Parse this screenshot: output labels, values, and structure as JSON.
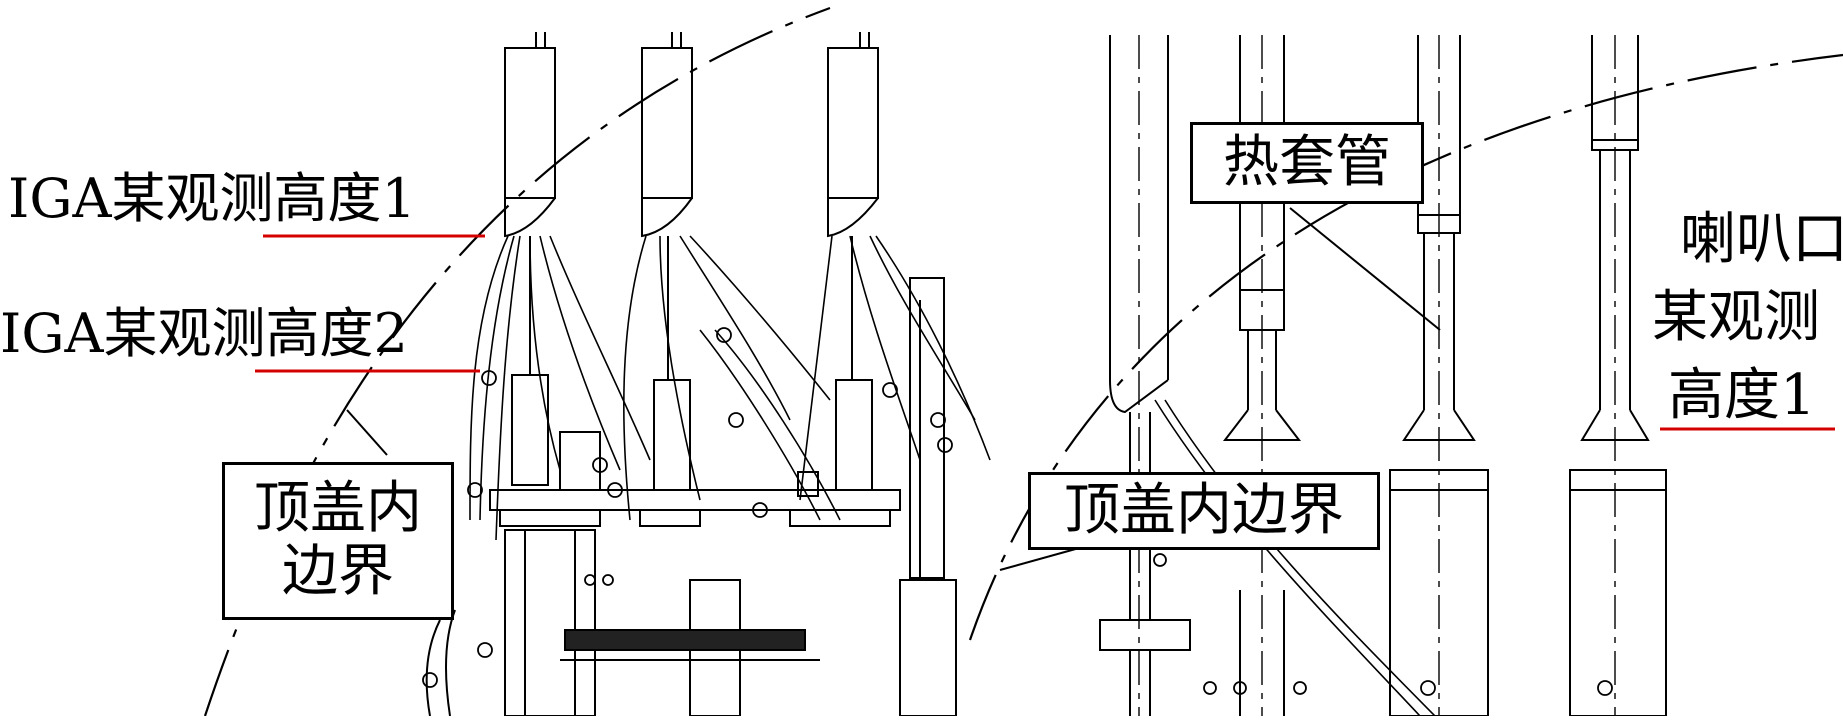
{
  "labels": {
    "iga_height_1": "IGA某观测高度1",
    "iga_height_2": "IGA某观测高度2",
    "top_cover_left_line1": "顶盖内",
    "top_cover_left_line2": "边界",
    "top_cover_right": "顶盖内边界",
    "thermal_sleeve": "热套管",
    "trumpet_line1": "喇叭口",
    "trumpet_line2": "某观测",
    "trumpet_line3": "高度1"
  },
  "colors": {
    "line": "#000000",
    "underline": "#d40000",
    "background": "#ffffff"
  }
}
